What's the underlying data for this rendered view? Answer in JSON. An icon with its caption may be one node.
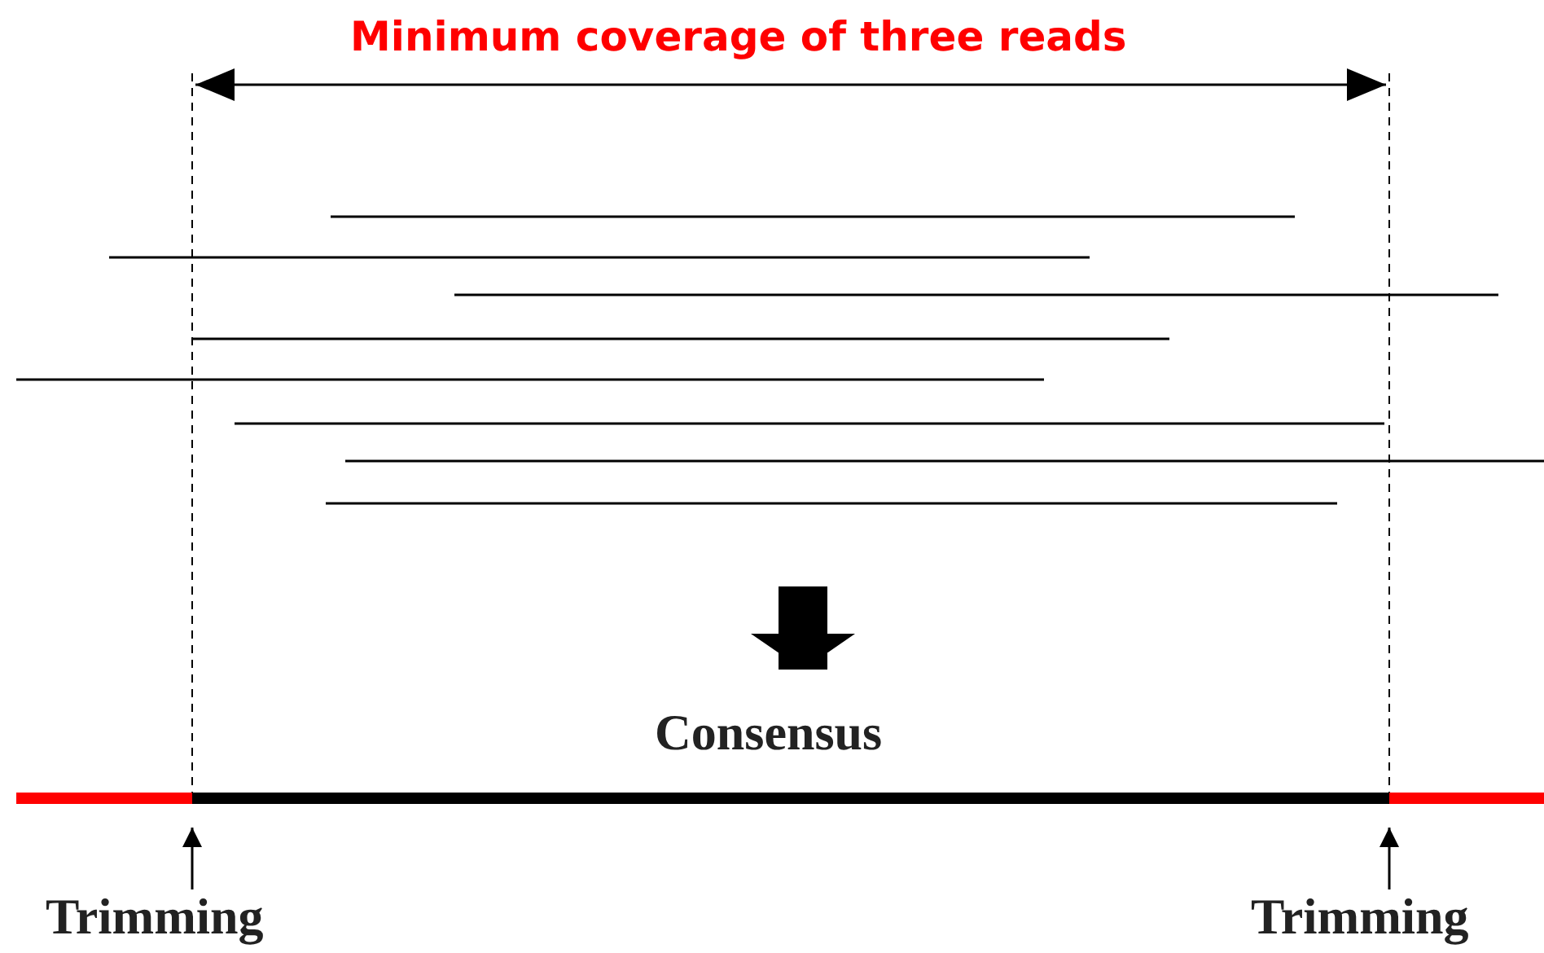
{
  "diagram": {
    "nodes": [
      {
        "text": [
          "Consensus"
        ]
      },
      {
        "text": [
          "Trimming"
        ]
      },
      {
        "text": [
          "Trimming"
        ]
      }
    ],
    "edges": [
      {
        "from": null,
        "to": 0,
        "arrow": "to",
        "style": "thick"
      },
      {
        "from": 1,
        "to": null,
        "arrow": "to"
      },
      {
        "from": 2,
        "to": null,
        "arrow": "to"
      }
    ],
    "labels": [
      "Minimum coverage of three reads"
    ]
  }
}
